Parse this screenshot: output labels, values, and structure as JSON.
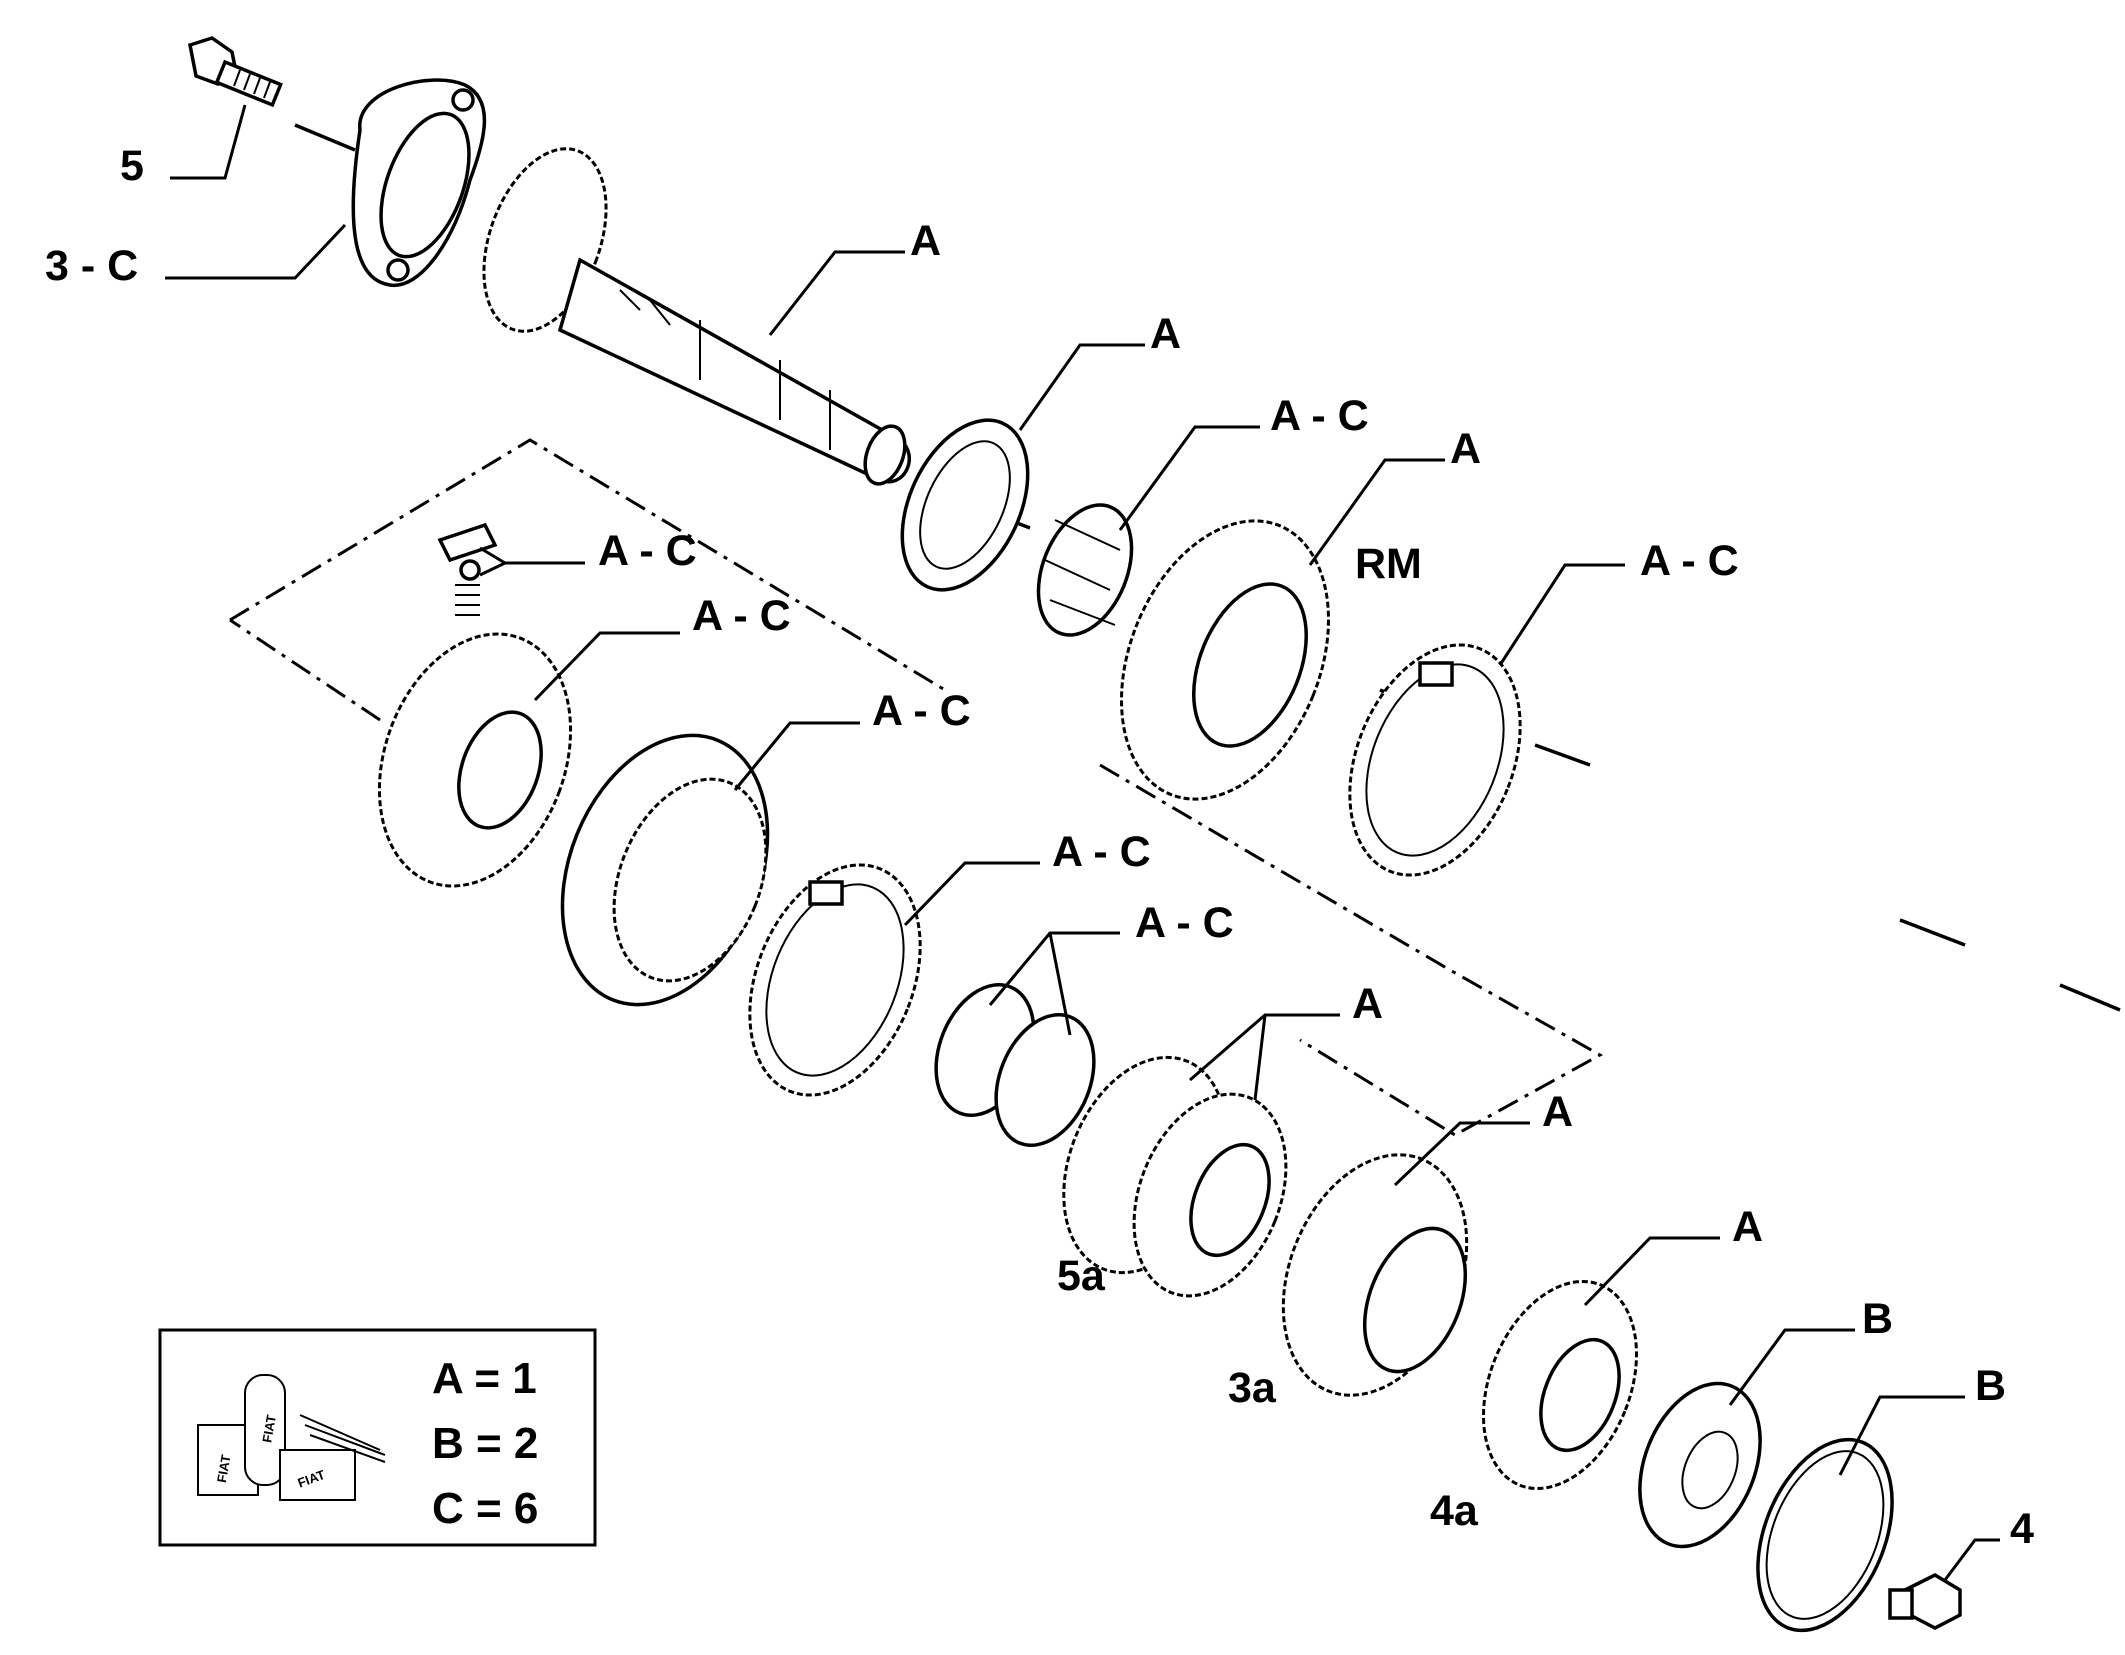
{
  "callouts": {
    "bolt": "5",
    "flange": "3 - C",
    "shaft": "A",
    "washer": "A",
    "needle_bearing_top": "A - C",
    "reverse_gear": "A",
    "reverse_gear_code": "RM",
    "synchro_ring_right": "A - C",
    "detent_spring": "A - C",
    "hub": "A - C",
    "sleeve": "A - C",
    "synchro_ring_left": "A - C",
    "twin_needle_bearing": "A - C",
    "gear_5th": "A",
    "gear_5th_code": "5a",
    "gear_3rd": "A",
    "gear_3rd_code": "3a",
    "gear_4th": "A",
    "gear_4th_code": "4a",
    "ball_bearing": "B",
    "circlip": "B",
    "plug": "4"
  },
  "legend": {
    "rows": [
      "A = 1",
      "B = 2",
      "C = 6"
    ],
    "box_brand": [
      "FIAT",
      "FIAT",
      "FIAT"
    ]
  }
}
